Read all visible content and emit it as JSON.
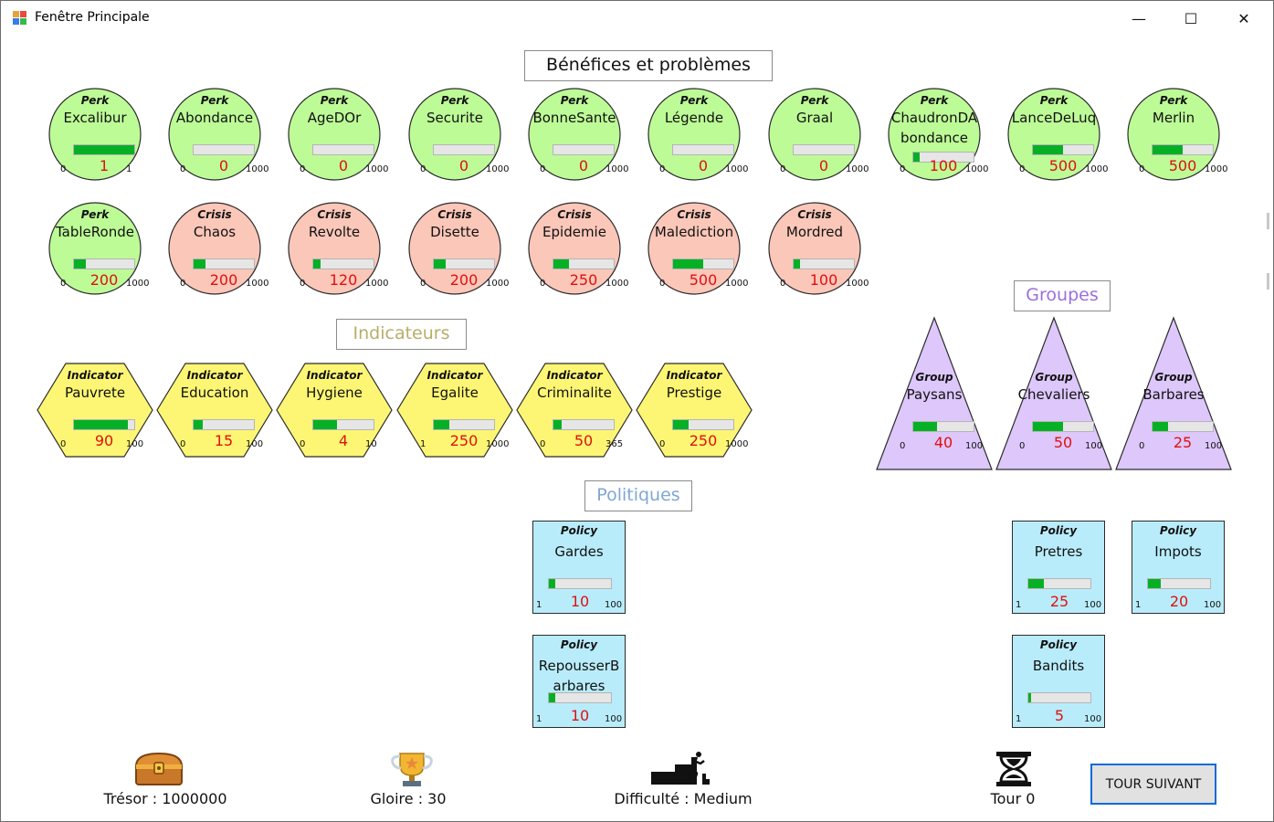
{
  "window": {
    "title": "Fenêtre Principale",
    "minimize": "—",
    "maximize": "☐",
    "close": "✕"
  },
  "sections": {
    "benefices": "Bénéfices et problèmes",
    "indicateurs": "Indicateurs",
    "groupes": "Groupes",
    "politiques": "Politiques"
  },
  "colors": {
    "perk": "#bdfb97",
    "crisis": "#fbc7b9",
    "indicator": "#fdf674",
    "group": "#ddc7fb",
    "policy": "#b9ecfb",
    "progress": "#06b025",
    "value_text": "#e01010",
    "title_indicateurs": "#b8ad6a",
    "title_groupes": "#9b6fe0",
    "title_politiques": "#7fa7d6",
    "button_border": "#0a6ad8"
  },
  "perks": [
    {
      "kind": "Perk",
      "name": "Excalibur",
      "value": "1",
      "min": "0",
      "max": "1",
      "level": 1.0
    },
    {
      "kind": "Perk",
      "name": "Abondance",
      "value": "0",
      "min": "0",
      "max": "1000",
      "level": 0
    },
    {
      "kind": "Perk",
      "name": "AgeDOr",
      "value": "0",
      "min": "0",
      "max": "1000",
      "level": 0
    },
    {
      "kind": "Perk",
      "name": "Securite",
      "value": "0",
      "min": "0",
      "max": "1000",
      "level": 0
    },
    {
      "kind": "Perk",
      "name": "BonneSante",
      "value": "0",
      "min": "0",
      "max": "1000",
      "level": 0
    },
    {
      "kind": "Perk",
      "name": "Légende",
      "value": "0",
      "min": "0",
      "max": "1000",
      "level": 0
    },
    {
      "kind": "Perk",
      "name": "Graal",
      "value": "0",
      "min": "0",
      "max": "1000",
      "level": 0
    },
    {
      "kind": "Perk",
      "name": "ChaudronDAbondance",
      "value": "100",
      "min": "0",
      "max": "1000",
      "level": 0.1
    },
    {
      "kind": "Perk",
      "name": "LanceDeLuq",
      "value": "500",
      "min": "0",
      "max": "1000",
      "level": 0.5
    },
    {
      "kind": "Perk",
      "name": "Merlin",
      "value": "500",
      "min": "0",
      "max": "1000",
      "level": 0.5
    },
    {
      "kind": "Perk",
      "name": "TableRonde",
      "value": "200",
      "min": "0",
      "max": "1000",
      "level": 0.2
    }
  ],
  "crises": [
    {
      "kind": "Crisis",
      "name": "Chaos",
      "value": "200",
      "min": "0",
      "max": "1000",
      "level": 0.2
    },
    {
      "kind": "Crisis",
      "name": "Revolte",
      "value": "120",
      "min": "0",
      "max": "1000",
      "level": 0.12
    },
    {
      "kind": "Crisis",
      "name": "Disette",
      "value": "200",
      "min": "0",
      "max": "1000",
      "level": 0.2
    },
    {
      "kind": "Crisis",
      "name": "Epidemie",
      "value": "250",
      "min": "0",
      "max": "1000",
      "level": 0.25
    },
    {
      "kind": "Crisis",
      "name": "Malediction",
      "value": "500",
      "min": "0",
      "max": "1000",
      "level": 0.5
    },
    {
      "kind": "Crisis",
      "name": "Mordred",
      "value": "100",
      "min": "0",
      "max": "1000",
      "level": 0.1
    }
  ],
  "indicators": [
    {
      "kind": "Indicator",
      "name": "Pauvrete",
      "value": "90",
      "min": "0",
      "max": "100",
      "level": 0.9
    },
    {
      "kind": "Indicator",
      "name": "Education",
      "value": "15",
      "min": "0",
      "max": "100",
      "level": 0.15
    },
    {
      "kind": "Indicator",
      "name": "Hygiene",
      "value": "4",
      "min": "0",
      "max": "10",
      "level": 0.4
    },
    {
      "kind": "Indicator",
      "name": "Egalite",
      "value": "250",
      "min": "1",
      "max": "1000",
      "level": 0.25
    },
    {
      "kind": "Indicator",
      "name": "Criminalite",
      "value": "50",
      "min": "0",
      "max": "365",
      "level": 0.137
    },
    {
      "kind": "Indicator",
      "name": "Prestige",
      "value": "250",
      "min": "0",
      "max": "1000",
      "level": 0.25
    }
  ],
  "groups": [
    {
      "kind": "Group",
      "name": "Paysans",
      "value": "40",
      "min": "0",
      "max": "100",
      "level": 0.4
    },
    {
      "kind": "Group",
      "name": "Chevaliers",
      "value": "50",
      "min": "0",
      "max": "100",
      "level": 0.5
    },
    {
      "kind": "Group",
      "name": "Barbares",
      "value": "25",
      "min": "0",
      "max": "100",
      "level": 0.25
    }
  ],
  "policies": [
    {
      "kind": "Policy",
      "name": "Gardes",
      "value": "10",
      "min": "1",
      "max": "100",
      "level": 0.1
    },
    {
      "kind": "Policy",
      "name": "RepousserBarbares",
      "value": "10",
      "min": "1",
      "max": "100",
      "level": 0.1
    },
    {
      "kind": "Policy",
      "name": "Pretres",
      "value": "25",
      "min": "1",
      "max": "100",
      "level": 0.25
    },
    {
      "kind": "Policy",
      "name": "Impots",
      "value": "20",
      "min": "1",
      "max": "100",
      "level": 0.2
    },
    {
      "kind": "Policy",
      "name": "Bandits",
      "value": "5",
      "min": "1",
      "max": "100",
      "level": 0.05
    }
  ],
  "footer": {
    "tresor": "Trésor : 1000000",
    "gloire": "Gloire : 30",
    "difficulte": "Difficulté : Medium",
    "tour": "Tour 0",
    "next_button": "TOUR SUIVANT",
    "icons": {
      "tresor": "treasure-chest-icon",
      "gloire": "trophy-icon",
      "difficulte": "stairs-climber-icon",
      "tour": "hourglass-icon"
    }
  }
}
